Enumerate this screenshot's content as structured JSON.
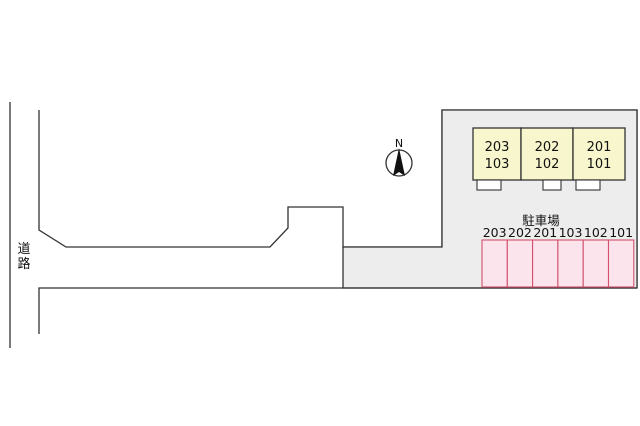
{
  "road_label": "道路",
  "compass_label": "N",
  "parking_label": "駐車場",
  "buildings": [
    {
      "top": "203",
      "bottom": "103"
    },
    {
      "top": "202",
      "bottom": "102"
    },
    {
      "top": "201",
      "bottom": "101"
    }
  ],
  "parking_slots": [
    "203",
    "202",
    "201",
    "103",
    "102",
    "101"
  ],
  "colors": {
    "building_fill": "#f8f6cc",
    "lot_fill": "#ededed",
    "slot_fill": "#fce4ec",
    "slot_stroke": "#d2506e",
    "line": "#333333"
  }
}
